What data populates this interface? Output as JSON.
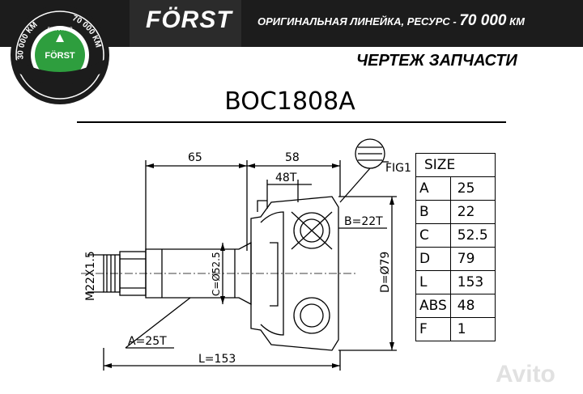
{
  "header": {
    "brand": "FÖRST",
    "tagline_prefix": "ОРИГИНАЛЬНАЯ ЛИНЕЙКА, РЕСУРС -",
    "tagline_value": "70 000",
    "tagline_unit": "КМ"
  },
  "badge": {
    "left_text": "30 000 КМ",
    "right_text": "70 000 КМ",
    "center_text": "FÖRST",
    "small_text": "ГАРАНТИЯ"
  },
  "section_title": "ЧЕРТЕЖ ЗАПЧАСТИ",
  "part_number": "BOC1808A",
  "drawing": {
    "dim_65": "65",
    "dim_58": "58",
    "dim_48t": "48T",
    "fig1": "FIG1",
    "b_label": "B=22T",
    "thread": "M22X1.5",
    "c_label": "C=Ø52.5",
    "d_label": "D=Ø79",
    "a_label": "A=25T",
    "l_label": "L=153"
  },
  "size_table": {
    "header": "SIZE",
    "rows": [
      {
        "key": "A",
        "value": "25"
      },
      {
        "key": "B",
        "value": "22"
      },
      {
        "key": "C",
        "value": "52.5"
      },
      {
        "key": "D",
        "value": "79"
      },
      {
        "key": "L",
        "value": "153"
      },
      {
        "key": "ABS",
        "value": "48"
      },
      {
        "key": "F",
        "value": "1"
      }
    ]
  },
  "watermark": "Avito",
  "colors": {
    "header_bg": "#1c1c1c",
    "badge_green": "#2e9e3e",
    "line": "#000000"
  }
}
